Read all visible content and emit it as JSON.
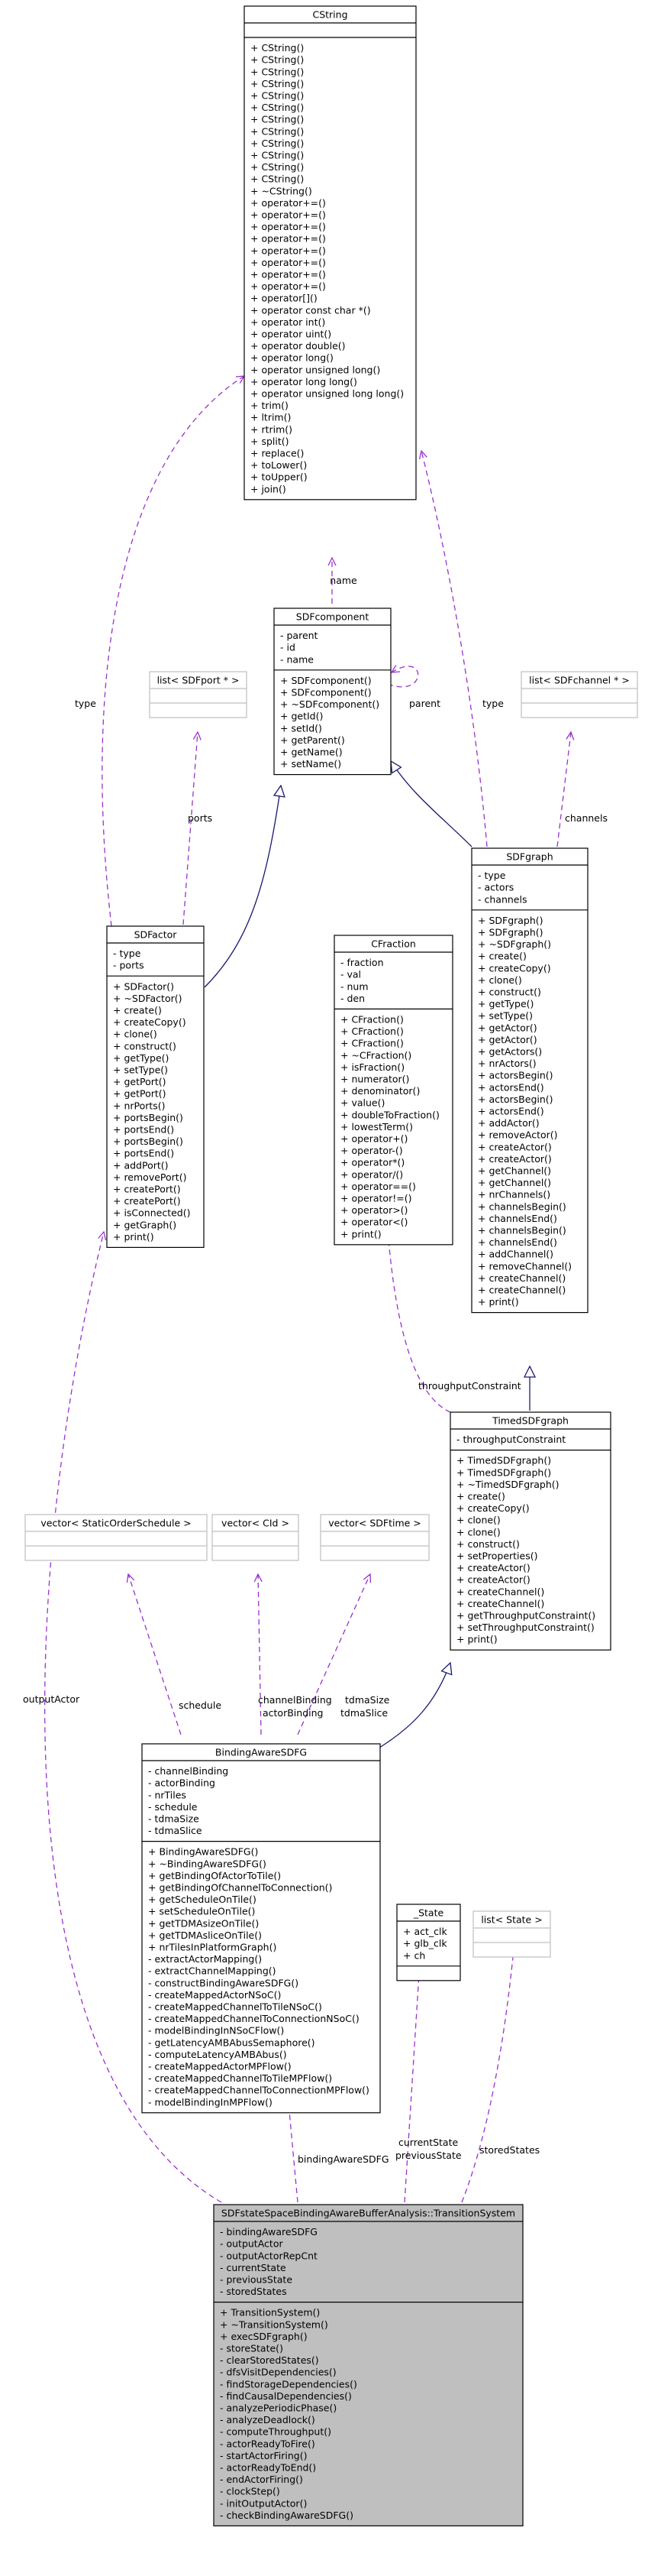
{
  "classes": {
    "cstring": {
      "title": "CString",
      "attributes": [],
      "methods": [
        "+ CString()",
        "+ CString()",
        "+ CString()",
        "+ CString()",
        "+ CString()",
        "+ CString()",
        "+ CString()",
        "+ CString()",
        "+ CString()",
        "+ CString()",
        "+ CString()",
        "+ CString()",
        "+ ~CString()",
        "+ operator+=()",
        "+ operator+=()",
        "+ operator+=()",
        "+ operator+=()",
        "+ operator+=()",
        "+ operator+=()",
        "+ operator+=()",
        "+ operator+=()",
        "+ operator[]()",
        "+ operator const char *()",
        "+ operator int()",
        "+ operator uint()",
        "+ operator double()",
        "+ operator long()",
        "+ operator unsigned long()",
        "+ operator long long()",
        "+ operator unsigned long long()",
        "+ trim()",
        "+ ltrim()",
        "+ rtrim()",
        "+ split()",
        "+ replace()",
        "+ toLower()",
        "+ toUpper()",
        "+ join()"
      ]
    },
    "sdfcomponent": {
      "title": "SDFcomponent",
      "attributes": [
        "- parent",
        "- id",
        "- name"
      ],
      "methods": [
        "+ SDFcomponent()",
        "+ SDFcomponent()",
        "+ ~SDFcomponent()",
        "+ getId()",
        "+ setId()",
        "+ getParent()",
        "+ getName()",
        "+ setName()"
      ]
    },
    "list_sdfport": {
      "title": "list< SDFport * >",
      "attributes": [],
      "methods": []
    },
    "list_sdfchannel": {
      "title": "list< SDFchannel * >",
      "attributes": [],
      "methods": []
    },
    "sdfactor": {
      "title": "SDFactor",
      "attributes": [
        "- type",
        "- ports"
      ],
      "methods": [
        "+ SDFactor()",
        "+ ~SDFactor()",
        "+ create()",
        "+ createCopy()",
        "+ clone()",
        "+ construct()",
        "+ getType()",
        "+ setType()",
        "+ getPort()",
        "+ getPort()",
        "+ nrPorts()",
        "+ portsBegin()",
        "+ portsEnd()",
        "+ portsBegin()",
        "+ portsEnd()",
        "+ addPort()",
        "+ removePort()",
        "+ createPort()",
        "+ createPort()",
        "+ isConnected()",
        "+ getGraph()",
        "+ print()"
      ]
    },
    "cfraction": {
      "title": "CFraction",
      "attributes": [
        "- fraction",
        "- val",
        "- num",
        "- den"
      ],
      "methods": [
        "+ CFraction()",
        "+ CFraction()",
        "+ CFraction()",
        "+ ~CFraction()",
        "+ isFraction()",
        "+ numerator()",
        "+ denominator()",
        "+ value()",
        "+ doubleToFraction()",
        "+ lowestTerm()",
        "+ operator+()",
        "+ operator-()",
        "+ operator*()",
        "+ operator/()",
        "+ operator==()",
        "+ operator!=()",
        "+ operator>()",
        "+ operator<()",
        "+ print()"
      ]
    },
    "sdfgraph": {
      "title": "SDFgraph",
      "attributes": [
        "- type",
        "- actors",
        "- channels"
      ],
      "methods": [
        "+ SDFgraph()",
        "+ SDFgraph()",
        "+ ~SDFgraph()",
        "+ create()",
        "+ createCopy()",
        "+ clone()",
        "+ construct()",
        "+ getType()",
        "+ setType()",
        "+ getActor()",
        "+ getActor()",
        "+ getActors()",
        "+ nrActors()",
        "+ actorsBegin()",
        "+ actorsEnd()",
        "+ actorsBegin()",
        "+ actorsEnd()",
        "+ addActor()",
        "+ removeActor()",
        "+ createActor()",
        "+ createActor()",
        "+ getChannel()",
        "+ getChannel()",
        "+ nrChannels()",
        "+ channelsBegin()",
        "+ channelsEnd()",
        "+ channelsBegin()",
        "+ channelsEnd()",
        "+ addChannel()",
        "+ removeChannel()",
        "+ createChannel()",
        "+ createChannel()",
        "+ print()"
      ]
    },
    "timedsdfgraph": {
      "title": "TimedSDFgraph",
      "attributes": [
        "- throughputConstraint"
      ],
      "methods": [
        "+ TimedSDFgraph()",
        "+ TimedSDFgraph()",
        "+ ~TimedSDFgraph()",
        "+ create()",
        "+ createCopy()",
        "+ clone()",
        "+ clone()",
        "+ construct()",
        "+ setProperties()",
        "+ createActor()",
        "+ createActor()",
        "+ createChannel()",
        "+ createChannel()",
        "+ getThroughputConstraint()",
        "+ setThroughputConstraint()",
        "+ print()"
      ]
    },
    "vector_sos": {
      "title": "vector< StaticOrderSchedule >",
      "attributes": [],
      "methods": []
    },
    "vector_cid": {
      "title": "vector< CId >",
      "attributes": [],
      "methods": []
    },
    "vector_sdftime": {
      "title": "vector< SDFtime >",
      "attributes": [],
      "methods": []
    },
    "bindingaware": {
      "title": "BindingAwareSDFG",
      "attributes": [
        "- channelBinding",
        "- actorBinding",
        "- nrTiles",
        "- schedule",
        "- tdmaSize",
        "- tdmaSlice"
      ],
      "methods": [
        "+ BindingAwareSDFG()",
        "+ ~BindingAwareSDFG()",
        "+ getBindingOfActorToTile()",
        "+ getBindingOfChannelToConnection()",
        "+ getScheduleOnTile()",
        "+ setScheduleOnTile()",
        "+ getTDMAsizeOnTile()",
        "+ getTDMAsliceOnTile()",
        "+ nrTilesInPlatformGraph()",
        "- extractActorMapping()",
        "- extractChannelMapping()",
        "- constructBindingAwareSDFG()",
        "- createMappedActorNSoC()",
        "- createMappedChannelToTileNSoC()",
        "- createMappedChannelToConnectionNSoC()",
        "- modelBindingInNSoCFlow()",
        "- getLatencyAMBAbusSemaphore()",
        "- computeLatencyAMBAbus()",
        "- createMappedActorMPFlow()",
        "- createMappedChannelToTileMPFlow()",
        "- createMappedChannelToConnectionMPFlow()",
        "- modelBindingInMPFlow()"
      ]
    },
    "state": {
      "title": "_State",
      "attributes": [
        "+ act_clk",
        "+ glb_clk",
        "+ ch"
      ],
      "methods": []
    },
    "list_state": {
      "title": "list< State >",
      "attributes": [],
      "methods": []
    },
    "transition": {
      "title": "SDFstateSpaceBindingAwareBufferAnalysis::TransitionSystem",
      "attributes": [
        "- bindingAwareSDFG",
        "- outputActor",
        "- outputActorRepCnt",
        "- currentState",
        "- previousState",
        "- storedStates"
      ],
      "methods": [
        "+ TransitionSystem()",
        "+ ~TransitionSystem()",
        "+ execSDFgraph()",
        "- storeState()",
        "- clearStoredStates()",
        "- dfsVisitDependencies()",
        "- findStorageDependencies()",
        "- findCausalDependencies()",
        "- analyzePeriodicPhase()",
        "- analyzeDeadlock()",
        "- computeThroughput()",
        "- actorReadyToFire()",
        "- startActorFiring()",
        "- actorReadyToEnd()",
        "- endActorFiring()",
        "- clockStep()",
        "- initOutputActor()",
        "- checkBindingAwareSDFG()"
      ]
    }
  },
  "edge_labels": {
    "name": "name",
    "parent": "parent",
    "type_actor": "type",
    "type_graph": "type",
    "ports": "ports",
    "channels": "channels",
    "throughput": "throughputConstraint",
    "schedule": "schedule",
    "channel_binding": "channelBinding",
    "actor_binding": "actorBinding",
    "tdma_size": "tdmaSize",
    "tdma_slice": "tdmaSlice",
    "output_actor": "outputActor",
    "binding_aware": "bindingAwareSDFG",
    "current_state": "currentState",
    "previous_state": "previousState",
    "stored_states": "storedStates"
  },
  "colors": {
    "dependency": "#9a32cd",
    "inheritance": "#191970",
    "highlight_fill": "#bfbfbf",
    "template_border": "#bfbfbf",
    "box_border": "#000000"
  }
}
